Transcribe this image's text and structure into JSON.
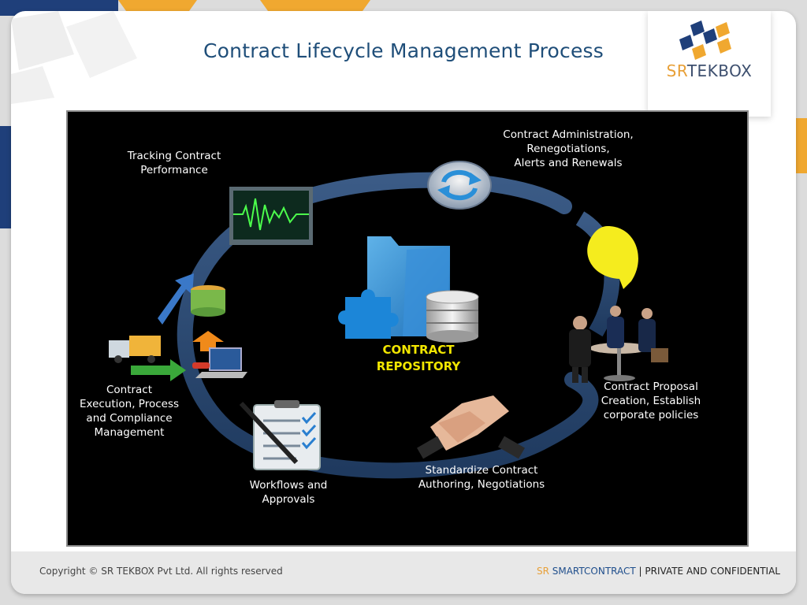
{
  "title": "Contract Lifecycle Management Process",
  "logo": {
    "sr": "SR",
    "tek": "TEKBOX"
  },
  "diagram": {
    "center": "CONTRACT\nREPOSITORY",
    "stages": {
      "administration": "Contract Administration,\nRenegotiations,\nAlerts and Renewals",
      "proposal": "Contract Proposal\nCreation,  Establish\ncorporate policies",
      "authoring": "Standardize Contract\nAuthoring, Negotiations",
      "workflows": "Workflows and\nApprovals",
      "execution": "Contract\nExecution, Process\nand Compliance\nManagement",
      "tracking": "Tracking Contract\nPerformance"
    }
  },
  "footer": {
    "copyright": "Copyright © SR TEKBOX Pvt Ltd. All rights reserved",
    "sr": "SR",
    "smartcontract": "SMARTCONTRACT",
    "separator": " | ",
    "confidential": "PRIVATE AND CONFIDENTIAL"
  },
  "colors": {
    "title": "#1f4e79",
    "accent_orange": "#e8a038",
    "accent_navy": "#3d4f6e",
    "repository_text": "#f2e600",
    "ring": "#2a4a72"
  },
  "icons": [
    "sync-icon",
    "lightbulb-icon",
    "meeting-people-icon",
    "handshake-icon",
    "checklist-icon",
    "delivery-icon",
    "monitor-chart-icon",
    "folder-icon",
    "puzzle-icon",
    "database-icon"
  ]
}
